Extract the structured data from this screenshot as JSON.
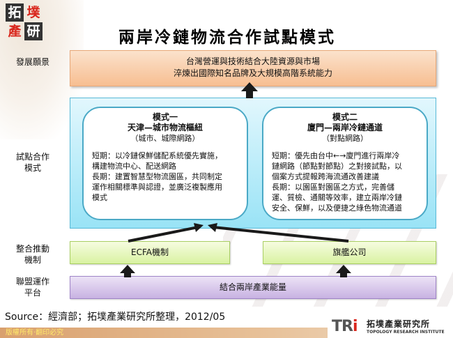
{
  "title": "兩岸冷鏈物流合作試點模式",
  "logo": {
    "chars": [
      "拓",
      "墣",
      "產",
      "研"
    ]
  },
  "row_labels": {
    "vision": "發展願景",
    "pilot": [
      "試點合作",
      "模式"
    ],
    "mechanism": [
      "整合推動",
      "機制"
    ],
    "platform": [
      "聯盟運作",
      "平台"
    ]
  },
  "vision": {
    "lines": [
      "台灣營運與技術結合大陸資源與市場",
      "淬煉出國際知名品牌及大規模高階系統能力"
    ]
  },
  "modes": [
    {
      "name": "模式一",
      "title": "天津—城市物流樞紐",
      "subtitle": "（城市、城際網路）",
      "lines": [
        "短期：以冷鏈保鮮儲配系統優先實施，",
        "構建物流中心、配送網路",
        "長期：建置智慧型物流園區，共同制定",
        "運作相關標準與認證，並廣泛複製應用",
        "模式"
      ]
    },
    {
      "name": "模式二",
      "title": "廈門—兩岸冷鏈通道",
      "subtitle": "（對點網路）",
      "lines": [
        "短期：優先由台中←→廈門進行兩岸冷",
        "鏈網路（節點對節點）之對接試點，以",
        "個案方式提報跨海流通改善建議",
        "長期：以園區對園區之方式，完善儲",
        "運、質檢、通關等效率，建立兩岸冷鏈",
        "安全、保鮮，以及便捷之綠色物流通道"
      ]
    }
  ],
  "mechanisms": [
    "ECFA機制",
    "旗艦公司"
  ],
  "platform": "結合兩岸產業能量",
  "source": "Source：經濟部；拓墣產業研究所整理，2012/05",
  "footer": {
    "copyright": "版權所有‧翻印必究",
    "brand_mark": [
      "TR",
      "i"
    ],
    "brand_cn": "拓墣產業研究所",
    "brand_en": "TOPOLOGY RESEARCH INSTITUTE"
  },
  "colors": {
    "vision_fill": "#f7be91",
    "pilot_fill": "#99e3f6",
    "mechanism_fill": "#d9f2a2",
    "platform_fill": "#c8b2e2",
    "arrow": "#1a1a1a"
  }
}
